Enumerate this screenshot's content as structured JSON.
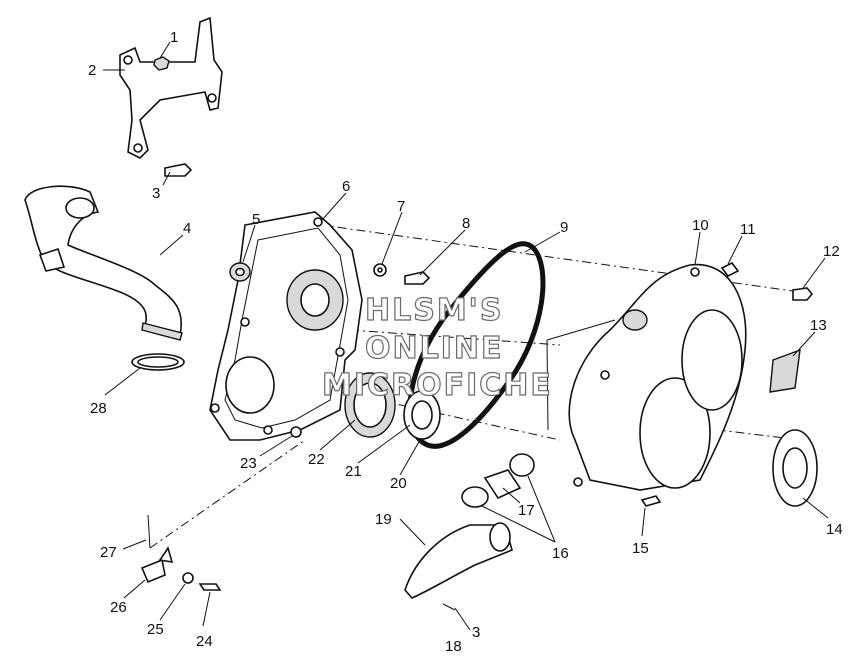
{
  "diagram": {
    "watermark": [
      "HLSM'S",
      "ONLINE",
      "MICROFICHE"
    ],
    "callouts": [
      {
        "n": "1"
      },
      {
        "n": "2"
      },
      {
        "n": "3"
      },
      {
        "n": "4"
      },
      {
        "n": "5"
      },
      {
        "n": "6"
      },
      {
        "n": "7"
      },
      {
        "n": "8"
      },
      {
        "n": "9"
      },
      {
        "n": "10"
      },
      {
        "n": "11"
      },
      {
        "n": "12"
      },
      {
        "n": "13"
      },
      {
        "n": "14"
      },
      {
        "n": "15"
      },
      {
        "n": "16"
      },
      {
        "n": "17"
      },
      {
        "n": "18"
      },
      {
        "n": "3"
      },
      {
        "n": "19"
      },
      {
        "n": "20"
      },
      {
        "n": "21"
      },
      {
        "n": "22"
      },
      {
        "n": "23"
      },
      {
        "n": "24"
      },
      {
        "n": "25"
      },
      {
        "n": "26"
      },
      {
        "n": "27"
      },
      {
        "n": "28"
      }
    ]
  }
}
